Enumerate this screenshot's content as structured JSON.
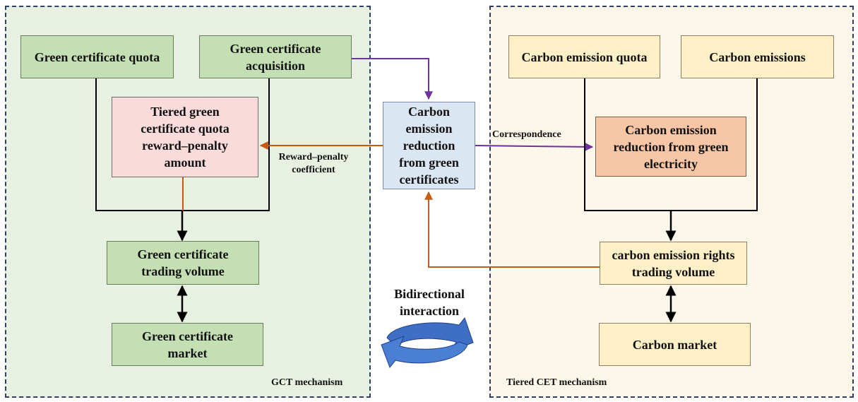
{
  "left_panel": {
    "caption": "GCT mechanism",
    "boxes": {
      "quota": "Green certificate quota",
      "acquisition": "Green certificate acquisition",
      "tiered": "Tiered green certificate quota reward–penalty amount",
      "trading": "Green certificate trading volume",
      "market": "Green certificate market"
    }
  },
  "center": {
    "reduction": "Carbon emission reduction from green certificates",
    "reward_label": "Reward–penalty coefficient",
    "correspondence_label": "Correspondence",
    "interaction_label": "Bidirectional interaction"
  },
  "right_panel": {
    "caption": "Tiered CET mechanism",
    "boxes": {
      "quota": "Carbon emission quota",
      "emissions": "Carbon emissions",
      "green_reduction": "Carbon emission reduction from green electricity",
      "trading": "carbon emission rights trading volume",
      "market": "Carbon market"
    }
  },
  "colors": {
    "purple_arrow": "#7030a0",
    "orange_arrow": "#c55a11",
    "black_arrow": "#000000",
    "cycle_icon": "#3f6fc5"
  }
}
